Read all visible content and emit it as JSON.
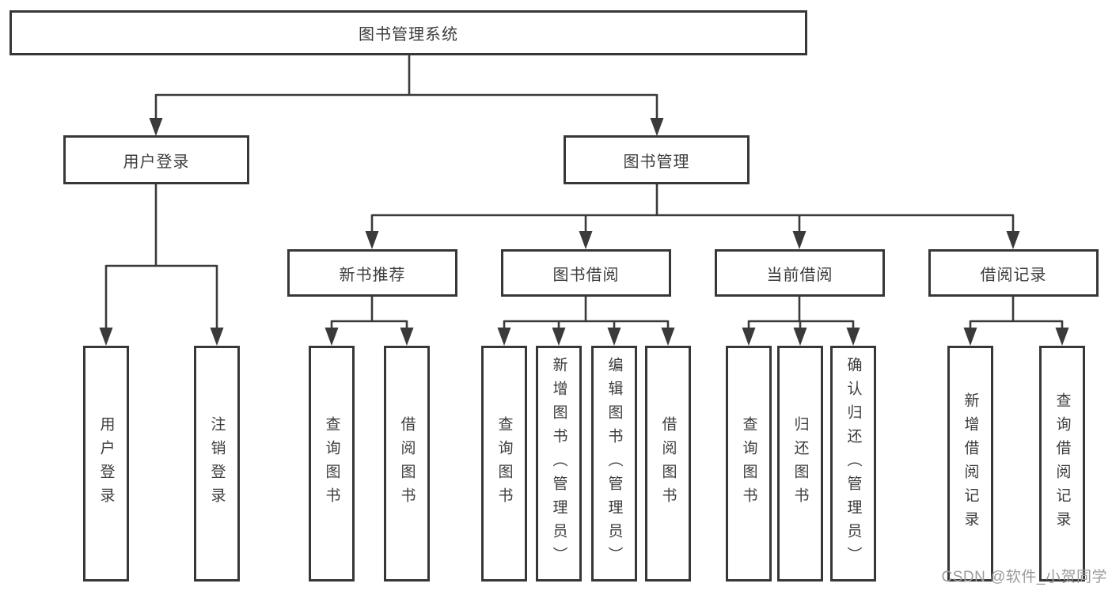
{
  "diagram_type": "hierarchy-flowchart",
  "tree": {
    "root": {
      "label": "图书管理系统"
    },
    "branches": [
      {
        "label": "用户登录",
        "children": [
          {
            "label": "用户登录"
          },
          {
            "label": "注销登录"
          }
        ]
      },
      {
        "label": "图书管理",
        "children": [
          {
            "label": "新书推荐",
            "children": [
              {
                "label": "查询图书"
              },
              {
                "label": "借阅图书"
              }
            ]
          },
          {
            "label": "图书借阅",
            "children": [
              {
                "label": "查询图书"
              },
              {
                "label": "新增图书（管理员）"
              },
              {
                "label": "编辑图书（管理员）"
              },
              {
                "label": "借阅图书"
              }
            ]
          },
          {
            "label": "当前借阅",
            "children": [
              {
                "label": "查询图书"
              },
              {
                "label": "归还图书"
              },
              {
                "label": "确认归还（管理员）"
              }
            ]
          },
          {
            "label": "借阅记录",
            "children": [
              {
                "label": "新增借阅记录"
              },
              {
                "label": "查询借阅记录"
              }
            ]
          }
        ]
      }
    ]
  },
  "watermark": {
    "text": "CSDN @软件_小贺同学"
  },
  "colors": {
    "line": "#3a3a3a",
    "box_border": "#373737",
    "text": "#3c3c3c",
    "watermark": "#9b9b9b",
    "background": "#ffffff"
  }
}
